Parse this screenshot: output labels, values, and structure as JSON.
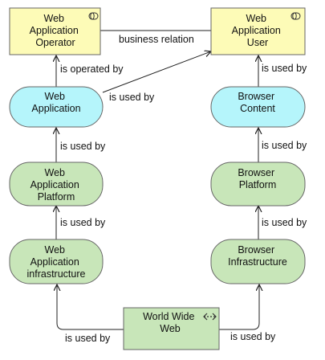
{
  "nodes": {
    "web_app_operator": {
      "lines": [
        "Web",
        "Application",
        "Operator"
      ],
      "kind": "business-role"
    },
    "web_app_user": {
      "lines": [
        "Web",
        "Application",
        "User"
      ],
      "kind": "business-role"
    },
    "web_application": {
      "lines": [
        "Web",
        "Application"
      ],
      "kind": "application"
    },
    "browser_content": {
      "lines": [
        "Browser",
        "Content"
      ],
      "kind": "application"
    },
    "web_app_platform": {
      "lines": [
        "Web",
        "Application",
        "Platform"
      ],
      "kind": "technology"
    },
    "browser_platform": {
      "lines": [
        "Browser",
        "Platform"
      ],
      "kind": "technology"
    },
    "web_app_infrastructure": {
      "lines": [
        "Web",
        "Application",
        "infrastructure"
      ],
      "kind": "technology"
    },
    "browser_infrastructure": {
      "lines": [
        "Browser",
        "Infrastructure"
      ],
      "kind": "technology"
    },
    "world_wide_web": {
      "lines": [
        "World Wide",
        "Web"
      ],
      "kind": "network"
    }
  },
  "edges": {
    "business_relation": "business relation",
    "is_operated_by": "is operated by",
    "webapp_used_by_user": "is used by",
    "platform_used_by_webapp": "is used by",
    "infra_used_by_platform": "is used by",
    "content_used_by_user": "is used by",
    "browser_platform_used_by_content": "is used by",
    "browser_infra_used_by_platform": "is used by",
    "www_used_by_webapp_infra": "is used by",
    "www_used_by_browser_infra": "is used by"
  },
  "colors": {
    "business": "#fdfbb7",
    "application": "#b5f5fb",
    "technology": "#c8e6b9",
    "stroke": "#555555",
    "line": "#222222"
  }
}
